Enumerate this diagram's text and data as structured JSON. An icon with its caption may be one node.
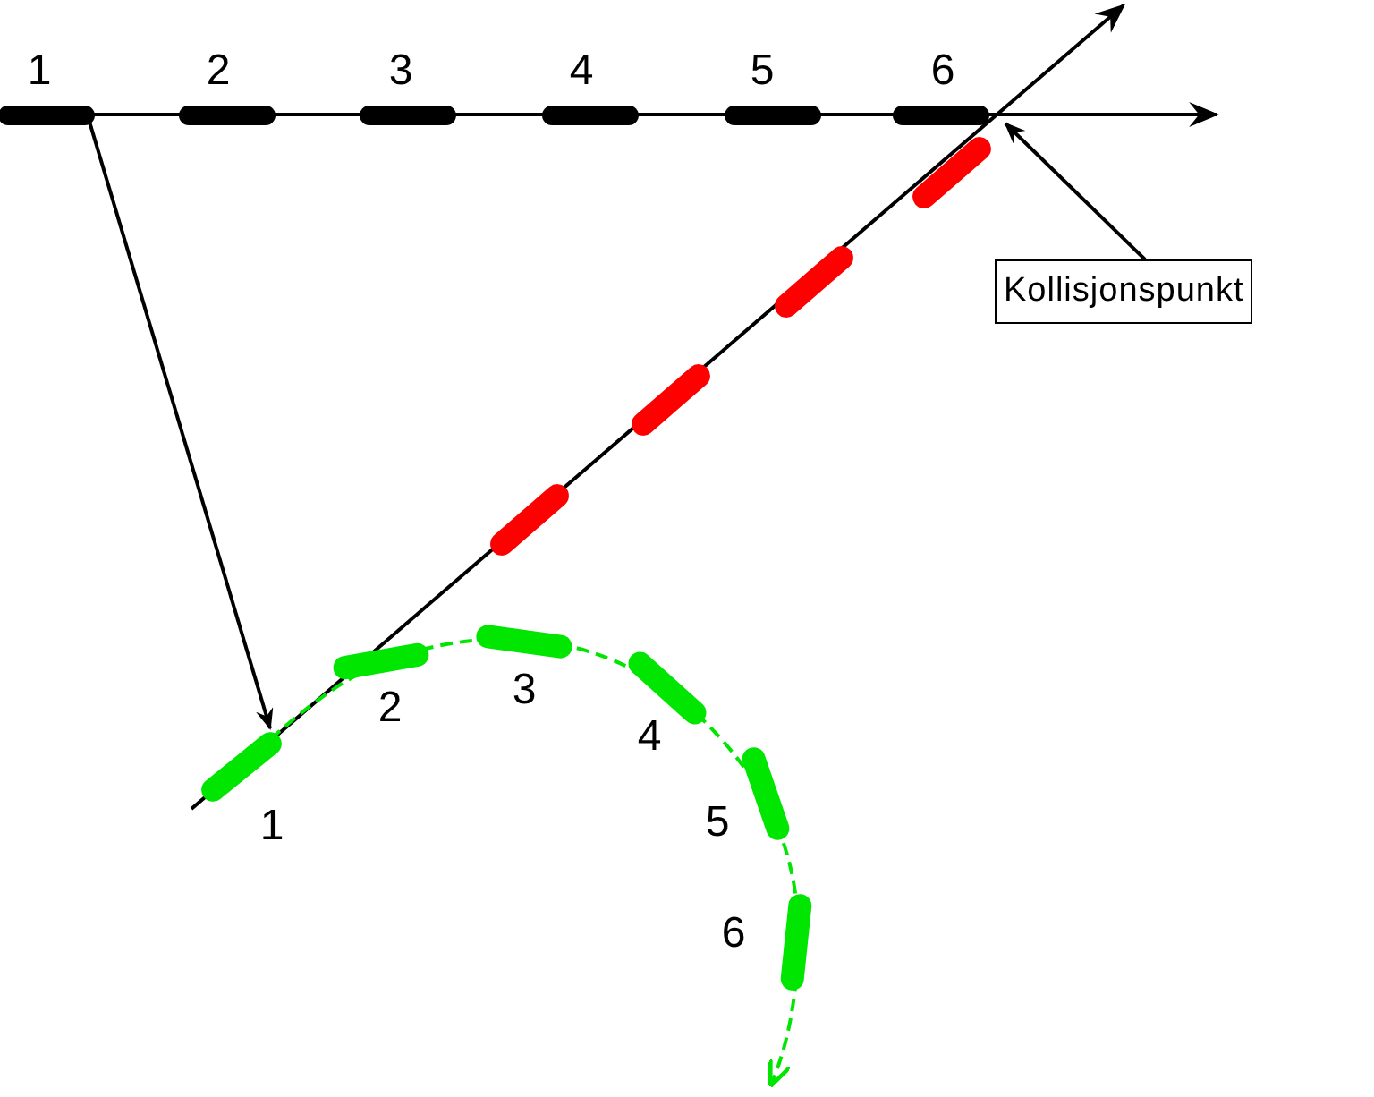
{
  "diagram": {
    "nodes": [
      {
        "text": [],
        "shape": "bar",
        "beside": [
          "1"
        ]
      },
      {
        "text": [],
        "shape": "bar",
        "beside": [
          "2"
        ]
      },
      {
        "text": [],
        "shape": "bar",
        "beside": [
          "3"
        ]
      },
      {
        "text": [],
        "shape": "bar",
        "beside": [
          "4"
        ]
      },
      {
        "text": [],
        "shape": "bar",
        "beside": [
          "5"
        ]
      },
      {
        "text": [],
        "shape": "bar",
        "beside": [
          "6"
        ]
      },
      {
        "text": [],
        "shape": "bar"
      },
      {
        "text": [],
        "shape": "bar"
      },
      {
        "text": [],
        "shape": "bar"
      },
      {
        "text": [],
        "shape": "bar"
      },
      {
        "text": [],
        "shape": "bar",
        "beside": [
          "1"
        ]
      },
      {
        "text": [],
        "shape": "bar",
        "beside": [
          "2"
        ]
      },
      {
        "text": [],
        "shape": "bar",
        "beside": [
          "3"
        ]
      },
      {
        "text": [],
        "shape": "bar",
        "beside": [
          "4"
        ]
      },
      {
        "text": [],
        "shape": "bar",
        "beside": [
          "5"
        ]
      },
      {
        "text": [],
        "shape": "bar",
        "beside": [
          "6"
        ]
      },
      {
        "text": [
          "Kollisjonspunkt"
        ]
      }
    ],
    "edges": [
      {
        "from": 0,
        "to": 10,
        "arrow": "to"
      },
      {
        "from": 16,
        "to": 5,
        "arrow": "to"
      }
    ]
  }
}
